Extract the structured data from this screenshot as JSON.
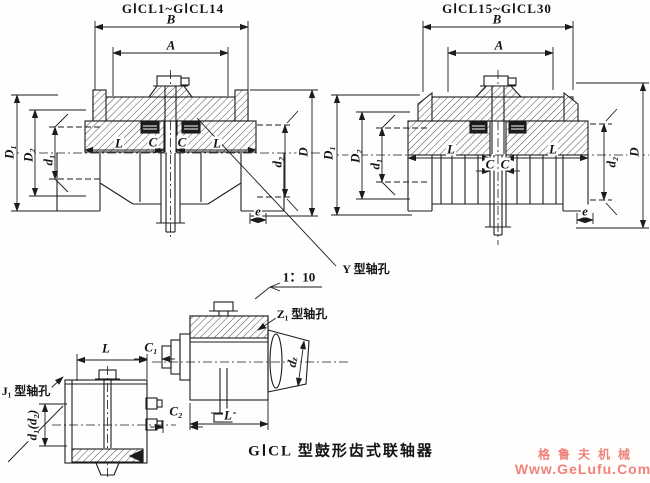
{
  "titles": {
    "left": "GⅠCL1~GⅠCL14",
    "right": "GⅠCL15~GⅠCL30"
  },
  "caption": "GⅠCL 型鼓形齿式联轴器",
  "labels": {
    "B": "B",
    "A": "A",
    "L": "L",
    "C": "C",
    "D": "D",
    "e": "e",
    "D1": "D₁",
    "D2": "D₂",
    "d1": "d₁",
    "d2": "d₂",
    "C1": "C₁",
    "C2": "C₂",
    "d1d2": "d₁(d₂)",
    "dz_main": "d",
    "dz_sub": "z",
    "taper": "1：10",
    "y_hole": "Y 型轴孔",
    "z1_hole": "Z₁ 型轴孔",
    "j1_hole": "J₁ 型轴孔"
  },
  "watermark": {
    "line1": "格鲁夫机械",
    "line2": "Www.GeLufu.Com",
    "color": "#ef837c"
  },
  "colors": {
    "line": "#1c1c1c",
    "teeth_fill": "#1c1c1c",
    "background": "#fffefc"
  }
}
